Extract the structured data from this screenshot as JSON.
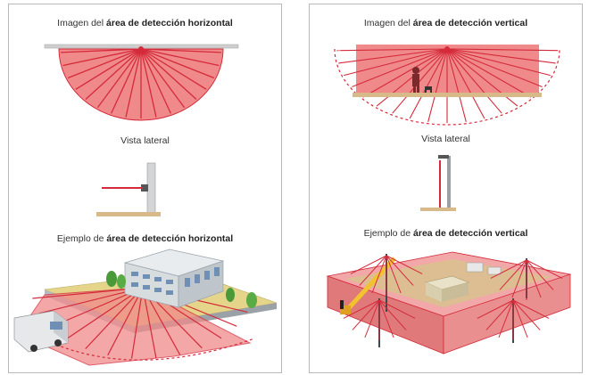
{
  "left_panel": {
    "caption_top_prefix": "Imagen del ",
    "caption_top_bold": "área de detección horizontal",
    "caption_mid": "Vista lateral",
    "caption_bottom_prefix": "Ejemplo de ",
    "caption_bottom_bold": "área de detección horizontal"
  },
  "right_panel": {
    "caption_top_prefix": "Imagen del ",
    "caption_top_bold": "área de detección vertical",
    "caption_mid": "Vista lateral",
    "caption_bottom_prefix": "Ejemplo de ",
    "caption_bottom_bold": "área de detección vertical"
  },
  "colors": {
    "detection_fill": "#f08a8a",
    "beam": "#d42a3a",
    "floor": "#d8b98a",
    "wall": "#cfd3d6",
    "grass": "#e4d58a"
  }
}
